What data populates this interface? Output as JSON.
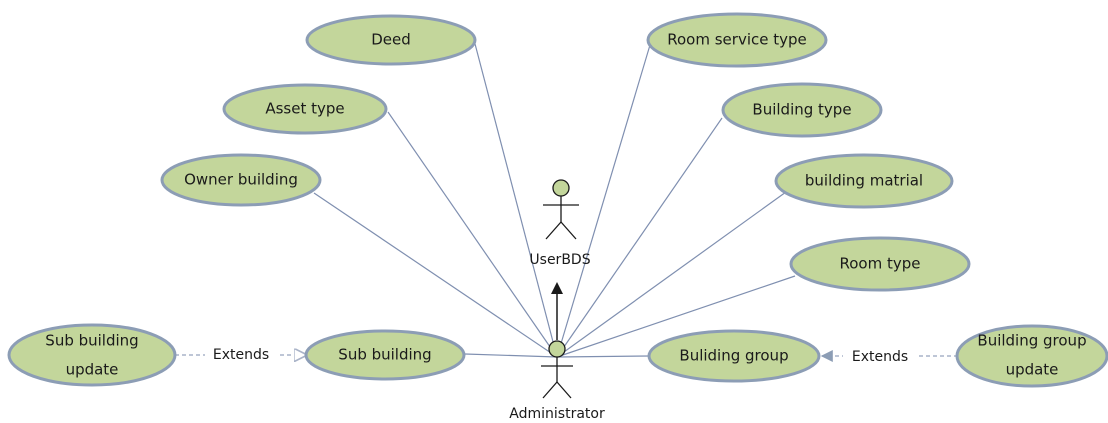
{
  "actors": {
    "user": {
      "label": "UserBDS"
    },
    "admin": {
      "label": "Administrator"
    }
  },
  "use_cases": {
    "deed": "Deed",
    "asset_type": "Asset type",
    "owner_building": "Owner building",
    "room_service_type": "Room service type",
    "building_type": "Building type",
    "building_matrial": "building matrial",
    "room_type": "Room type",
    "sub_building": "Sub building",
    "sub_building_update_line1": "Sub building",
    "sub_building_update_line2": "update",
    "buliding_group": "Buliding group",
    "building_group_update_line1": "Building group",
    "building_group_update_line2": "update"
  },
  "relations": {
    "extends_left": "Extends",
    "extends_right": "Extends"
  },
  "colors": {
    "usecase_fill": "#c3d69b",
    "usecase_stroke": "#8c9db5",
    "association_line": "#7f8fb0"
  }
}
